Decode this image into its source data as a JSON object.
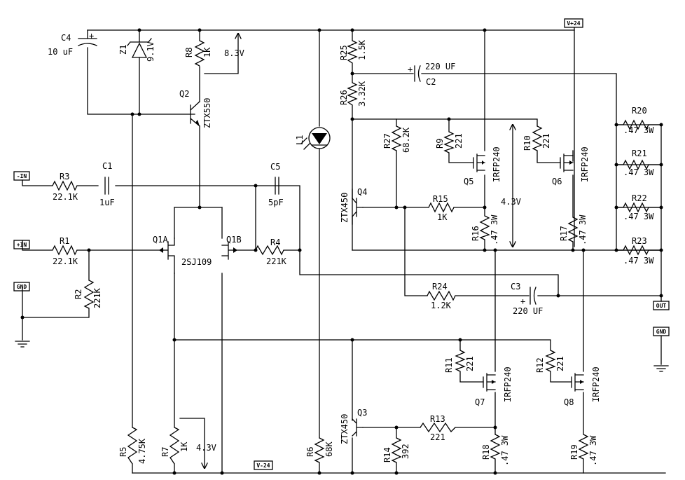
{
  "power": {
    "vplus": "V+24",
    "vminus": "V-24"
  },
  "ports": {
    "in_minus": "-IN",
    "in_plus": "+IN",
    "gnd_left": "GND",
    "out": "OUT",
    "gnd_right": "GND"
  },
  "caps": {
    "C4": {
      "ref": "C4",
      "val": "10 uF",
      "pol": "+"
    },
    "C1": {
      "ref": "C1",
      "val": "1uF"
    },
    "C5": {
      "ref": "C5",
      "val": "5pF"
    },
    "C2": {
      "ref": "C2",
      "val": "220 UF",
      "pol": "+"
    },
    "C3": {
      "ref": "C3",
      "val": "220 UF",
      "pol": "+"
    }
  },
  "diodes": {
    "Z1": {
      "ref": "Z1",
      "val": "9.1V"
    },
    "L1": {
      "ref": "L1"
    }
  },
  "resistors": {
    "R1": {
      "ref": "R1",
      "val": "22.1K"
    },
    "R2": {
      "ref": "R2",
      "val": "221K"
    },
    "R3": {
      "ref": "R3",
      "val": "22.1K"
    },
    "R4": {
      "ref": "R4",
      "val": "221K"
    },
    "R5": {
      "ref": "R5",
      "val": "4.75K"
    },
    "R6": {
      "ref": "R6",
      "val": "68K"
    },
    "R7": {
      "ref": "R7",
      "val": "1K"
    },
    "R8": {
      "ref": "R8",
      "val": "1K"
    },
    "R9": {
      "ref": "R9",
      "val": "221"
    },
    "R10": {
      "ref": "R10",
      "val": "221"
    },
    "R11": {
      "ref": "R11",
      "val": "221"
    },
    "R12": {
      "ref": "R12",
      "val": "221"
    },
    "R13": {
      "ref": "R13",
      "val": "221"
    },
    "R14": {
      "ref": "R14",
      "val": "392"
    },
    "R15": {
      "ref": "R15",
      "val": "1K"
    },
    "R16": {
      "ref": "R16",
      "val": ".47 3W"
    },
    "R17": {
      "ref": "R17",
      "val": ".47 3W"
    },
    "R18": {
      "ref": "R18",
      "val": ".47 3W"
    },
    "R19": {
      "ref": "R19",
      "val": ".47 3W"
    },
    "R20": {
      "ref": "R20",
      "val": ".47 3W"
    },
    "R21": {
      "ref": "R21",
      "val": ".47 3W"
    },
    "R22": {
      "ref": "R22",
      "val": ".47 3W"
    },
    "R23": {
      "ref": "R23",
      "val": ".47 3W"
    },
    "R24": {
      "ref": "R24",
      "val": "1.2K"
    },
    "R25": {
      "ref": "R25",
      "val": "1.5K"
    },
    "R26": {
      "ref": "R26",
      "val": "3.32K"
    },
    "R27": {
      "ref": "R27",
      "val": "68.2K"
    }
  },
  "transistors": {
    "Q1A": {
      "ref": "Q1A"
    },
    "Q1B": {
      "ref": "Q1B"
    },
    "Q1": {
      "part": "2SJ109"
    },
    "Q2": {
      "ref": "Q2",
      "part": "ZTX550"
    },
    "Q3": {
      "ref": "Q3",
      "part": "ZTX450"
    },
    "Q4": {
      "ref": "Q4",
      "part": "ZTX450"
    },
    "Q5": {
      "ref": "Q5",
      "part": "IRFP240"
    },
    "Q6": {
      "ref": "Q6",
      "part": "IRFP240"
    },
    "Q7": {
      "ref": "Q7",
      "part": "IRFP240"
    },
    "Q8": {
      "ref": "Q8",
      "part": "IRFP240"
    }
  },
  "voltages": {
    "v_r8": "8.3V",
    "v_bias": "4.3V",
    "v_r7": "4.3V"
  }
}
